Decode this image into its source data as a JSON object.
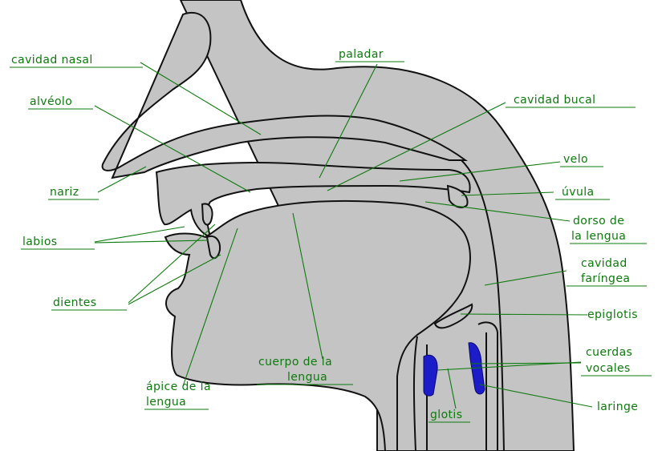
{
  "colors": {
    "label": "#0d7a0d",
    "tissue": "#c4c4c4",
    "outline": "#111111",
    "vocal_cords": "#1c1cc8",
    "background": "#ffffff"
  },
  "labels": {
    "cavidad_nasal": "cavidad nasal",
    "alveolo": "alvéolo",
    "nariz": "nariz",
    "labios": "labios",
    "dientes": "dientes",
    "apice_1": "ápice de la",
    "apice_2": "lengua",
    "cuerpo_1": "cuerpo de la",
    "cuerpo_2": "lengua",
    "glotis": "glotis",
    "paladar": "paladar",
    "cavidad_bucal": "cavidad bucal",
    "velo": "velo",
    "uvula": "úvula",
    "dorso_1": "dorso de",
    "dorso_2": "la lengua",
    "faringea_1": "cavidad",
    "faringea_2": "faríngea",
    "epiglotis": "epiglotis",
    "cuerdas_1": "cuerdas",
    "cuerdas_2": "vocales",
    "laringe": "laringe"
  }
}
